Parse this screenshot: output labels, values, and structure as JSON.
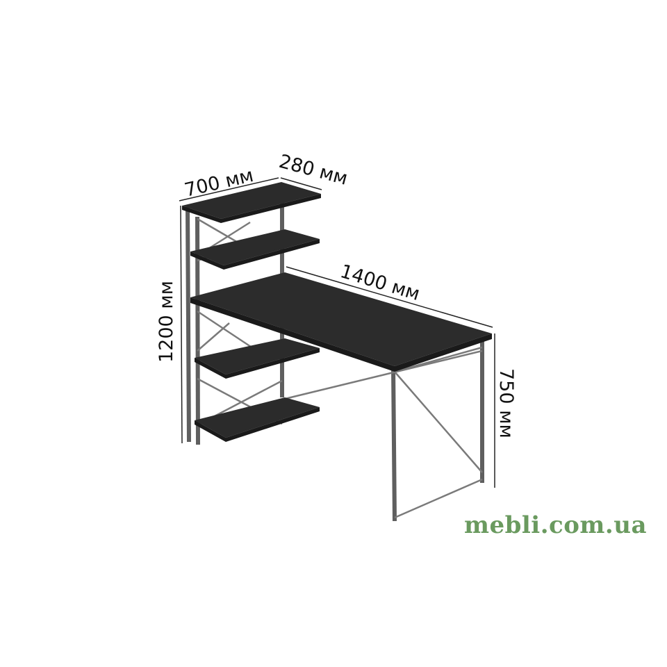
{
  "dimensions": {
    "depth_shelf": "700 мм",
    "shelf_width": "280 мм",
    "desk_width": "1400 мм",
    "total_height": "1200 мм",
    "desk_height": "750 мм"
  },
  "watermark": "mebli.com.ua",
  "colors": {
    "board": "#2b2b2b",
    "frame": "#6b6b6b",
    "watermark": "#6a9a5f"
  }
}
